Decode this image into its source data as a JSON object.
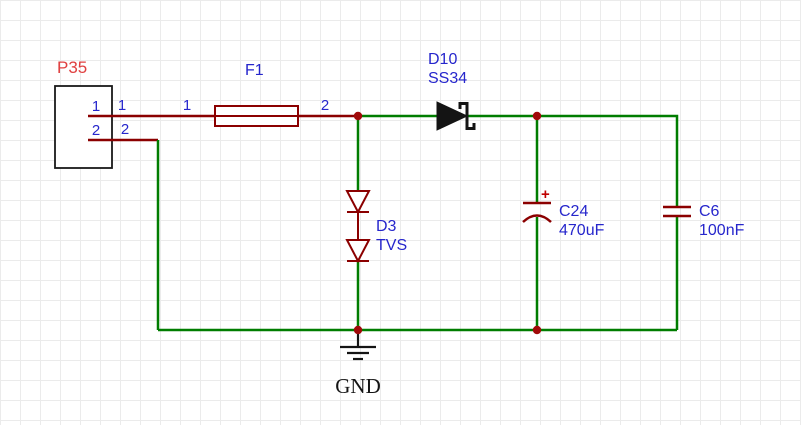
{
  "colors": {
    "background": "#ffffff",
    "grid_line": "#ebebeb",
    "wire_green": "#007d00",
    "component_dark_red": "#8b0000",
    "junction_dot_red": "#a00909",
    "label_blue": "#2626cc",
    "designator_red": "#e04040",
    "symbol_black": "#141414"
  },
  "schematic": {
    "connector": {
      "designator": "P35",
      "pin1_number": "1",
      "pin2_number": "2",
      "pin1_wire_label": "1",
      "pin2_wire_label": "2"
    },
    "fuse": {
      "designator": "F1",
      "left_pin_label": "1",
      "right_pin_label": "2"
    },
    "schottky_diode": {
      "designator": "D10",
      "part_number": "SS34"
    },
    "tvs_diode": {
      "designator": "D3",
      "part_number": "TVS"
    },
    "polarized_capacitor": {
      "designator": "C24",
      "value": "470uF",
      "polarity_mark": "+"
    },
    "capacitor": {
      "designator": "C6",
      "value": "100nF"
    },
    "ground": {
      "label": "GND"
    }
  }
}
